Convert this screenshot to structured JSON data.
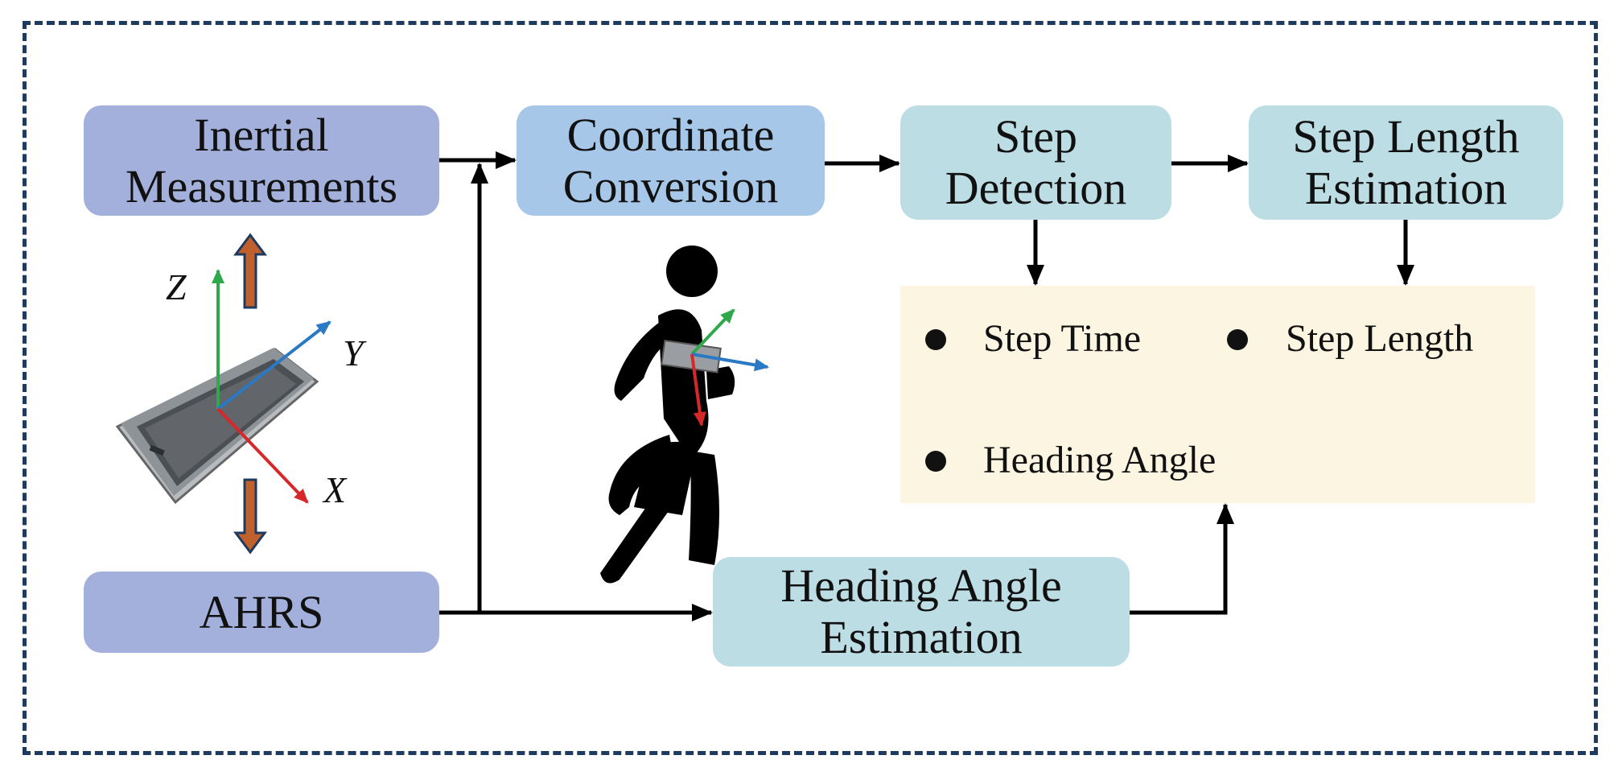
{
  "boxes": {
    "inertial": [
      "Inertial",
      "Measurements"
    ],
    "coordinate": [
      "Coordinate",
      "Conversion"
    ],
    "step_detection": [
      "Step",
      "Detection"
    ],
    "step_length": [
      "Step Length",
      "Estimation"
    ],
    "ahrs": [
      "AHRS"
    ],
    "heading": [
      "Heading Angle",
      "Estimation"
    ]
  },
  "outputs": [
    "Step Time",
    "Step Length",
    "Heading Angle"
  ],
  "axes": {
    "z": "Z",
    "y": "Y",
    "x": "X"
  },
  "colors": {
    "frame": "#1f3a5f",
    "purple_box": "#a2b0db",
    "blue_box": "#a7c7e9",
    "cyan_box": "#bddde5",
    "output_box": "#fcf5e1",
    "arrow": "#000000",
    "z_axis": "#2ea84a",
    "y_axis": "#2a79c4",
    "x_axis": "#d62828",
    "exchange_arrow": "#c0602c"
  },
  "icons": [
    "smartphone-icon",
    "walking-person-icon",
    "double-arrow-icon"
  ]
}
